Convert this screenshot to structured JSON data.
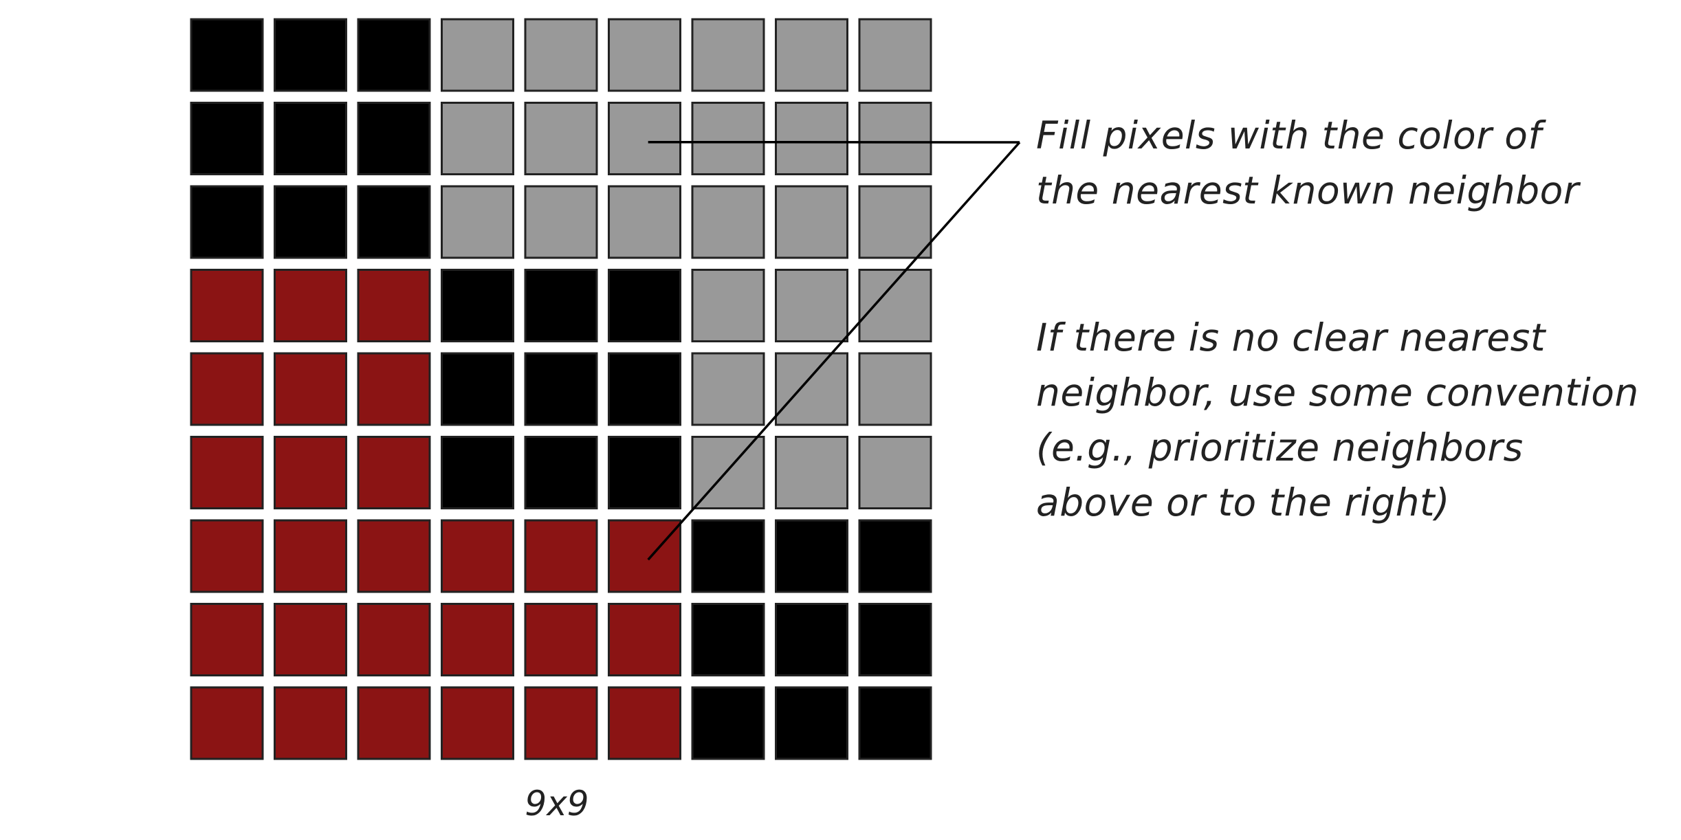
{
  "grid": {
    "label": "9x9",
    "colors": {
      "black": "#000000",
      "gray": "#999999",
      "red": "#8b1414",
      "outline": "#222222"
    },
    "rows": [
      [
        "black",
        "black",
        "black",
        "gray",
        "gray",
        "gray",
        "gray",
        "gray",
        "gray"
      ],
      [
        "black",
        "black",
        "black",
        "gray",
        "gray",
        "gray",
        "gray",
        "gray",
        "gray"
      ],
      [
        "black",
        "black",
        "black",
        "gray",
        "gray",
        "gray",
        "gray",
        "gray",
        "gray"
      ],
      [
        "red",
        "red",
        "red",
        "black",
        "black",
        "black",
        "gray",
        "gray",
        "gray"
      ],
      [
        "red",
        "red",
        "red",
        "black",
        "black",
        "black",
        "gray",
        "gray",
        "gray"
      ],
      [
        "red",
        "red",
        "red",
        "black",
        "black",
        "black",
        "gray",
        "gray",
        "gray"
      ],
      [
        "red",
        "red",
        "red",
        "red",
        "red",
        "red",
        "black",
        "black",
        "black"
      ],
      [
        "red",
        "red",
        "red",
        "red",
        "red",
        "red",
        "black",
        "black",
        "black"
      ],
      [
        "red",
        "red",
        "red",
        "red",
        "red",
        "red",
        "black",
        "black",
        "black"
      ]
    ]
  },
  "annotations": {
    "fill_rule": {
      "lines": [
        "Fill pixels with the color of",
        "the nearest known neighbor"
      ]
    },
    "tie_rule": {
      "lines": [
        "If there is no clear nearest",
        "neighbor, use some convention",
        "(e.g., prioritize neighbors",
        "above or to the right)"
      ]
    }
  },
  "leader_targets": [
    {
      "row": 1,
      "col": 5
    },
    {
      "row": 6,
      "col": 5
    }
  ]
}
